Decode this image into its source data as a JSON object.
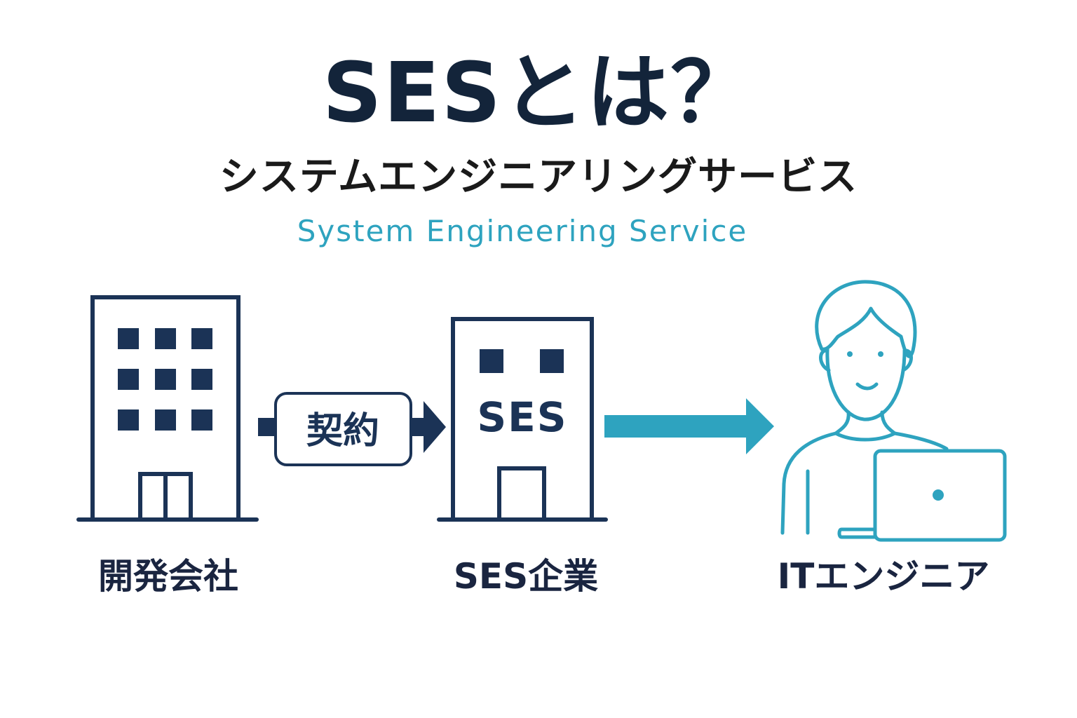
{
  "title": "SESとは？",
  "subtitle_ja": "システムエンジニアリングサービス",
  "subtitle_en": "System Engineering Service",
  "contract_label": "契約",
  "ses_sign": "SES",
  "entities": {
    "dev_company": "開発会社",
    "ses_company": "SES企業",
    "it_engineer": "ITエンジニア"
  },
  "colors": {
    "navy": "#1b3356",
    "teal": "#2ea3bf",
    "title": "#13243a"
  },
  "icons": [
    "office-building-icon",
    "ses-building-icon",
    "engineer-with-laptop-icon",
    "arrow-right-icon"
  ]
}
